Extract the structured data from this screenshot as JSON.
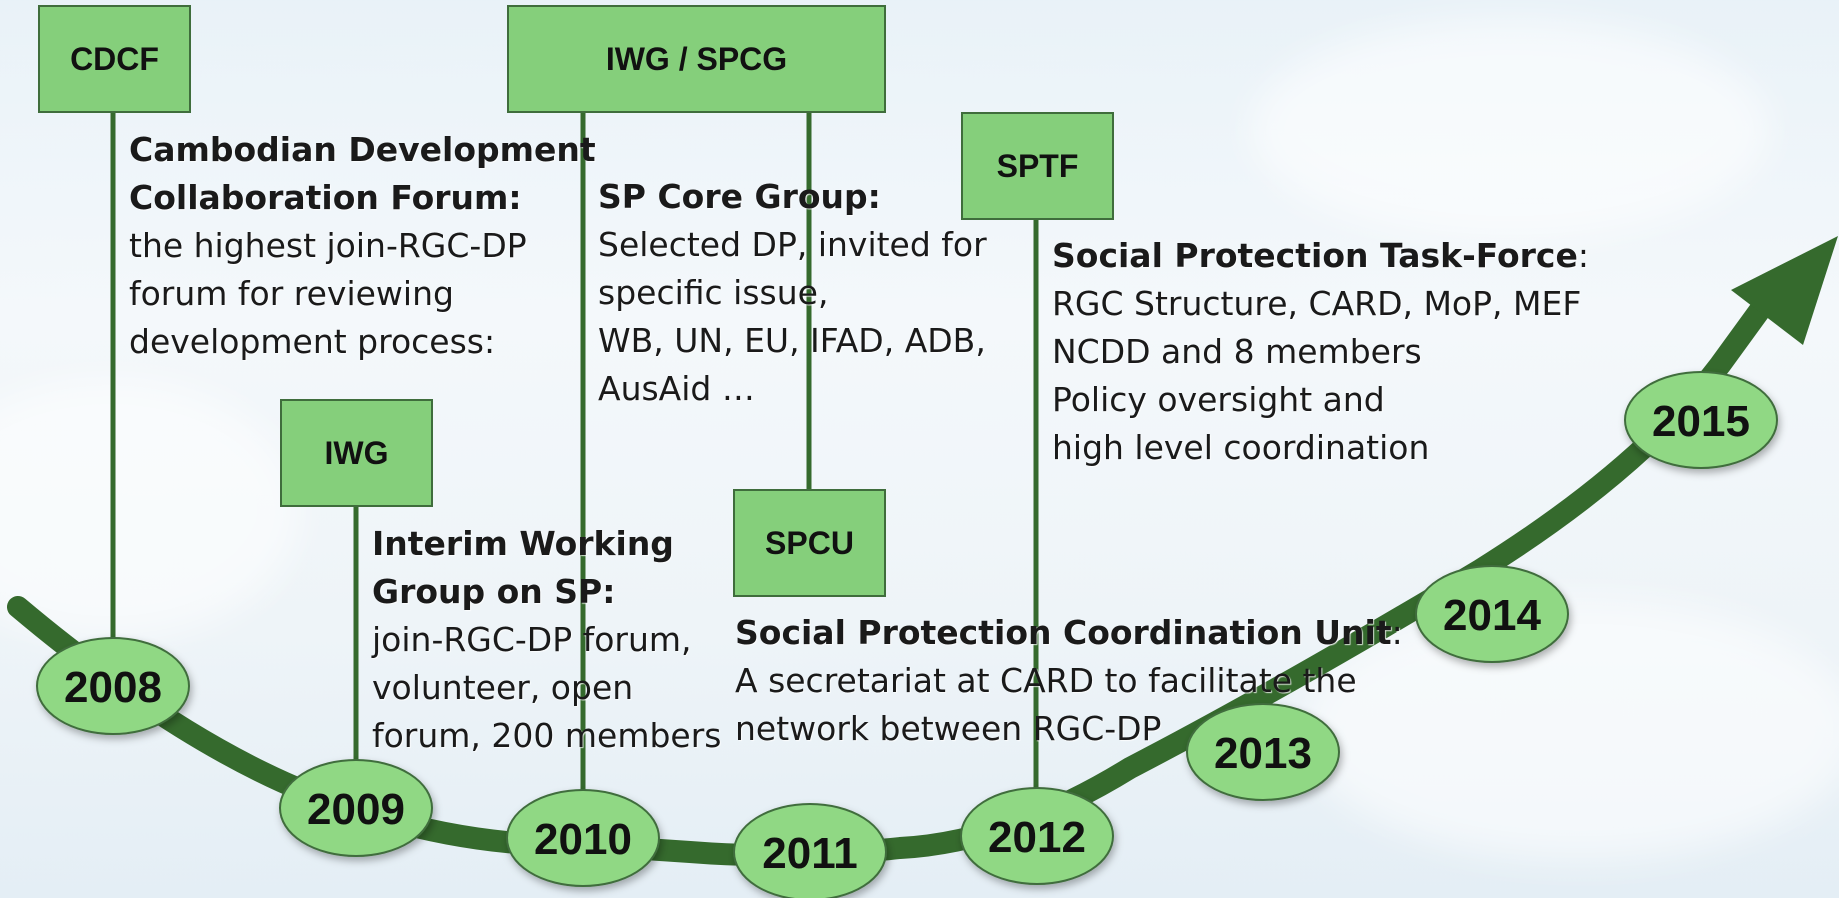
{
  "colors": {
    "box_fill": "#85cf7b",
    "box_border": "#3f6d3c",
    "timeline": "#356a2d",
    "node_fill": "#90d884",
    "text": "#1a1a1a"
  },
  "boxes": [
    {
      "id": "cdcf",
      "label": "CDCF"
    },
    {
      "id": "iwg-spcg",
      "label": "IWG / SPCG"
    },
    {
      "id": "sptf",
      "label": "SPTF"
    },
    {
      "id": "iwg",
      "label": "IWG"
    },
    {
      "id": "spcu",
      "label": "SPCU"
    }
  ],
  "descriptions": {
    "cdcf": {
      "title_lines": [
        "Cambodian Development",
        "Collaboration Forum:"
      ],
      "body_lines": [
        "the highest join-RGC-DP",
        "forum for reviewing",
        "development process:"
      ]
    },
    "sp_core_group": {
      "title_lines": [
        "SP Core Group:"
      ],
      "body_lines": [
        "Selected DP, invited for",
        "specific issue,",
        "WB, UN, EU, IFAD, ADB,",
        "AusAid …"
      ]
    },
    "sptf": {
      "title": "Social Protection Task-Force",
      "title_suffix": ":",
      "body_lines": [
        "RGC Structure, CARD, MoP, MEF",
        "NCDD and 8 members",
        "Policy oversight and",
        "high level coordination"
      ]
    },
    "iwg": {
      "title_lines": [
        "Interim Working",
        "Group on SP:"
      ],
      "body_lines": [
        "join-RGC-DP forum,",
        "volunteer, open",
        "forum, 200 members"
      ]
    },
    "spcu": {
      "title": "Social Protection Coordination Unit",
      "title_suffix": ":",
      "body_lines": [
        "A secretariat at CARD to facilitate the",
        "network between RGC-DP"
      ]
    }
  },
  "years": [
    "2008",
    "2009",
    "2010",
    "2011",
    "2012",
    "2013",
    "2014",
    "2015"
  ]
}
